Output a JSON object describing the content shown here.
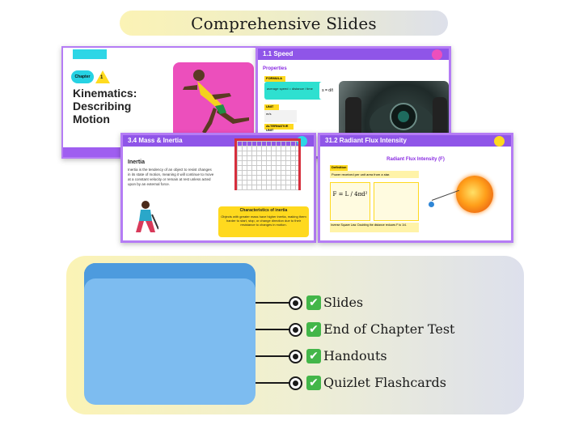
{
  "title": "Comprehensive Slides",
  "slides": {
    "s1": {
      "chapter_label": "Chapter",
      "chapter_number": "1",
      "title": "Kinematics: Describing Motion"
    },
    "s2": {
      "heading": "1.1 Speed",
      "subheading": "Properties",
      "formula_tag": "FORMULA",
      "formula_text": "average speed = distance / time",
      "formula_frac": "s = d/t",
      "unit_tag": "UNIT",
      "unit_text": "m/s",
      "alt_tag": "ALTERNATIVE UNIT"
    },
    "s3": {
      "heading": "3.4 Mass & Inertia",
      "subheading": "Inertia",
      "body": "Inertia is the tendency of an object to resist changes in its state of motion, meaning it will continue to move at a constant velocity or remain at rest unless acted upon by an external force.",
      "box_title": "Characteristics of inertia",
      "box_body": "Objects with greater mass have higher inertia, making them harder to start, stop, or change direction due to their resistance to changes in motion."
    },
    "s4": {
      "heading": "31.2 Radiant Flux Intensity",
      "title": "Radiant Flux Intensity (F)",
      "def_tag": "Definition",
      "def_text": "Power received per unit area from a star.",
      "formula": "F = L / 4πd²",
      "note": "Inverse Square Law: Doubling the distance reduces F to 1/4."
    }
  },
  "checklist": {
    "check_glyph": "✔",
    "items": [
      "Slides",
      "End of Chapter Test",
      "Handouts",
      "Quizlet Flashcards"
    ]
  },
  "colors": {
    "accent_purple": "#8f55e8",
    "border_purple": "#b57cf5",
    "cyan": "#2ed6e6",
    "yellow": "#ffd91e",
    "pink": "#ec4fbc",
    "folder_back": "#4d9bde",
    "folder_front": "#7dbcf0",
    "check_green": "#43b649"
  }
}
